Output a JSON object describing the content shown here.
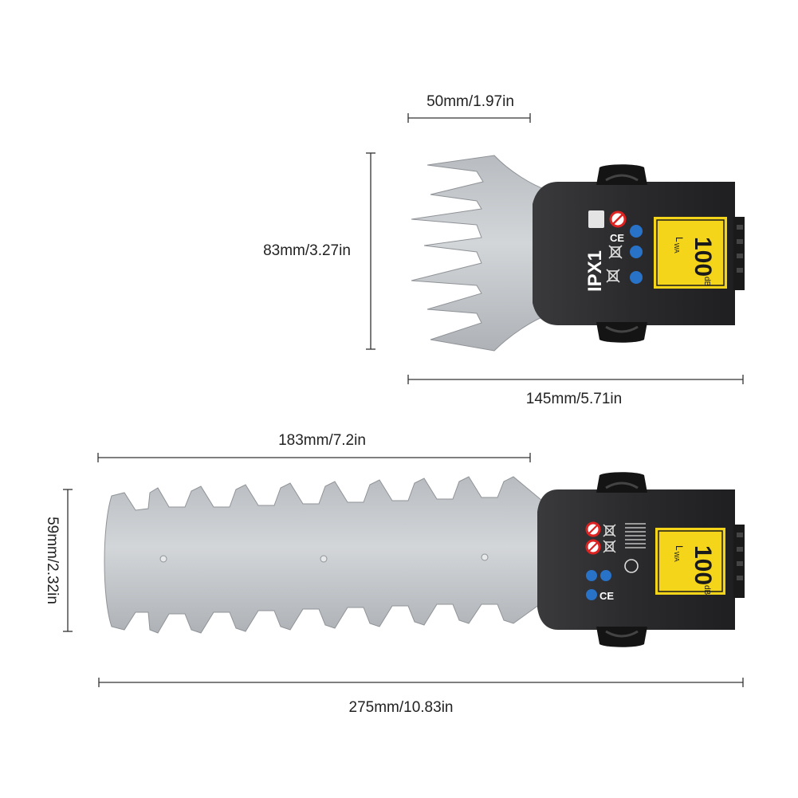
{
  "colors": {
    "background": "#ffffff",
    "steel": "#c7cacd",
    "steel_dark": "#9ea2a6",
    "housing": "#2a2a2c",
    "clip": "#151515",
    "label_yellow": "#f4d51a",
    "label_text": "#1a1a1a",
    "dim_line": "#333333"
  },
  "shear_blade": {
    "top_width": "50mm/1.97in",
    "height": "83mm/3.27in",
    "total_length": "145mm/5.71in",
    "rating_mark": "IPX1",
    "ce_mark": "CE",
    "noise_symbol": "L",
    "noise_subscript": "WA",
    "noise_value": "100",
    "noise_unit": "dB"
  },
  "hedge_blade": {
    "cutting_length": "183mm/7.2in",
    "width": "59mm/2.32in",
    "total_length": "275mm/10.83in",
    "ce_mark": "CE",
    "noise_symbol": "L",
    "noise_subscript": "WA",
    "noise_value": "100",
    "noise_unit": "dB"
  },
  "icons": [
    "no-hands-icon",
    "recycle-bin-icon",
    "read-manual-icon",
    "eye-protection-icon",
    "ear-protection-icon",
    "glove-icon",
    "yellow-noise-label"
  ]
}
